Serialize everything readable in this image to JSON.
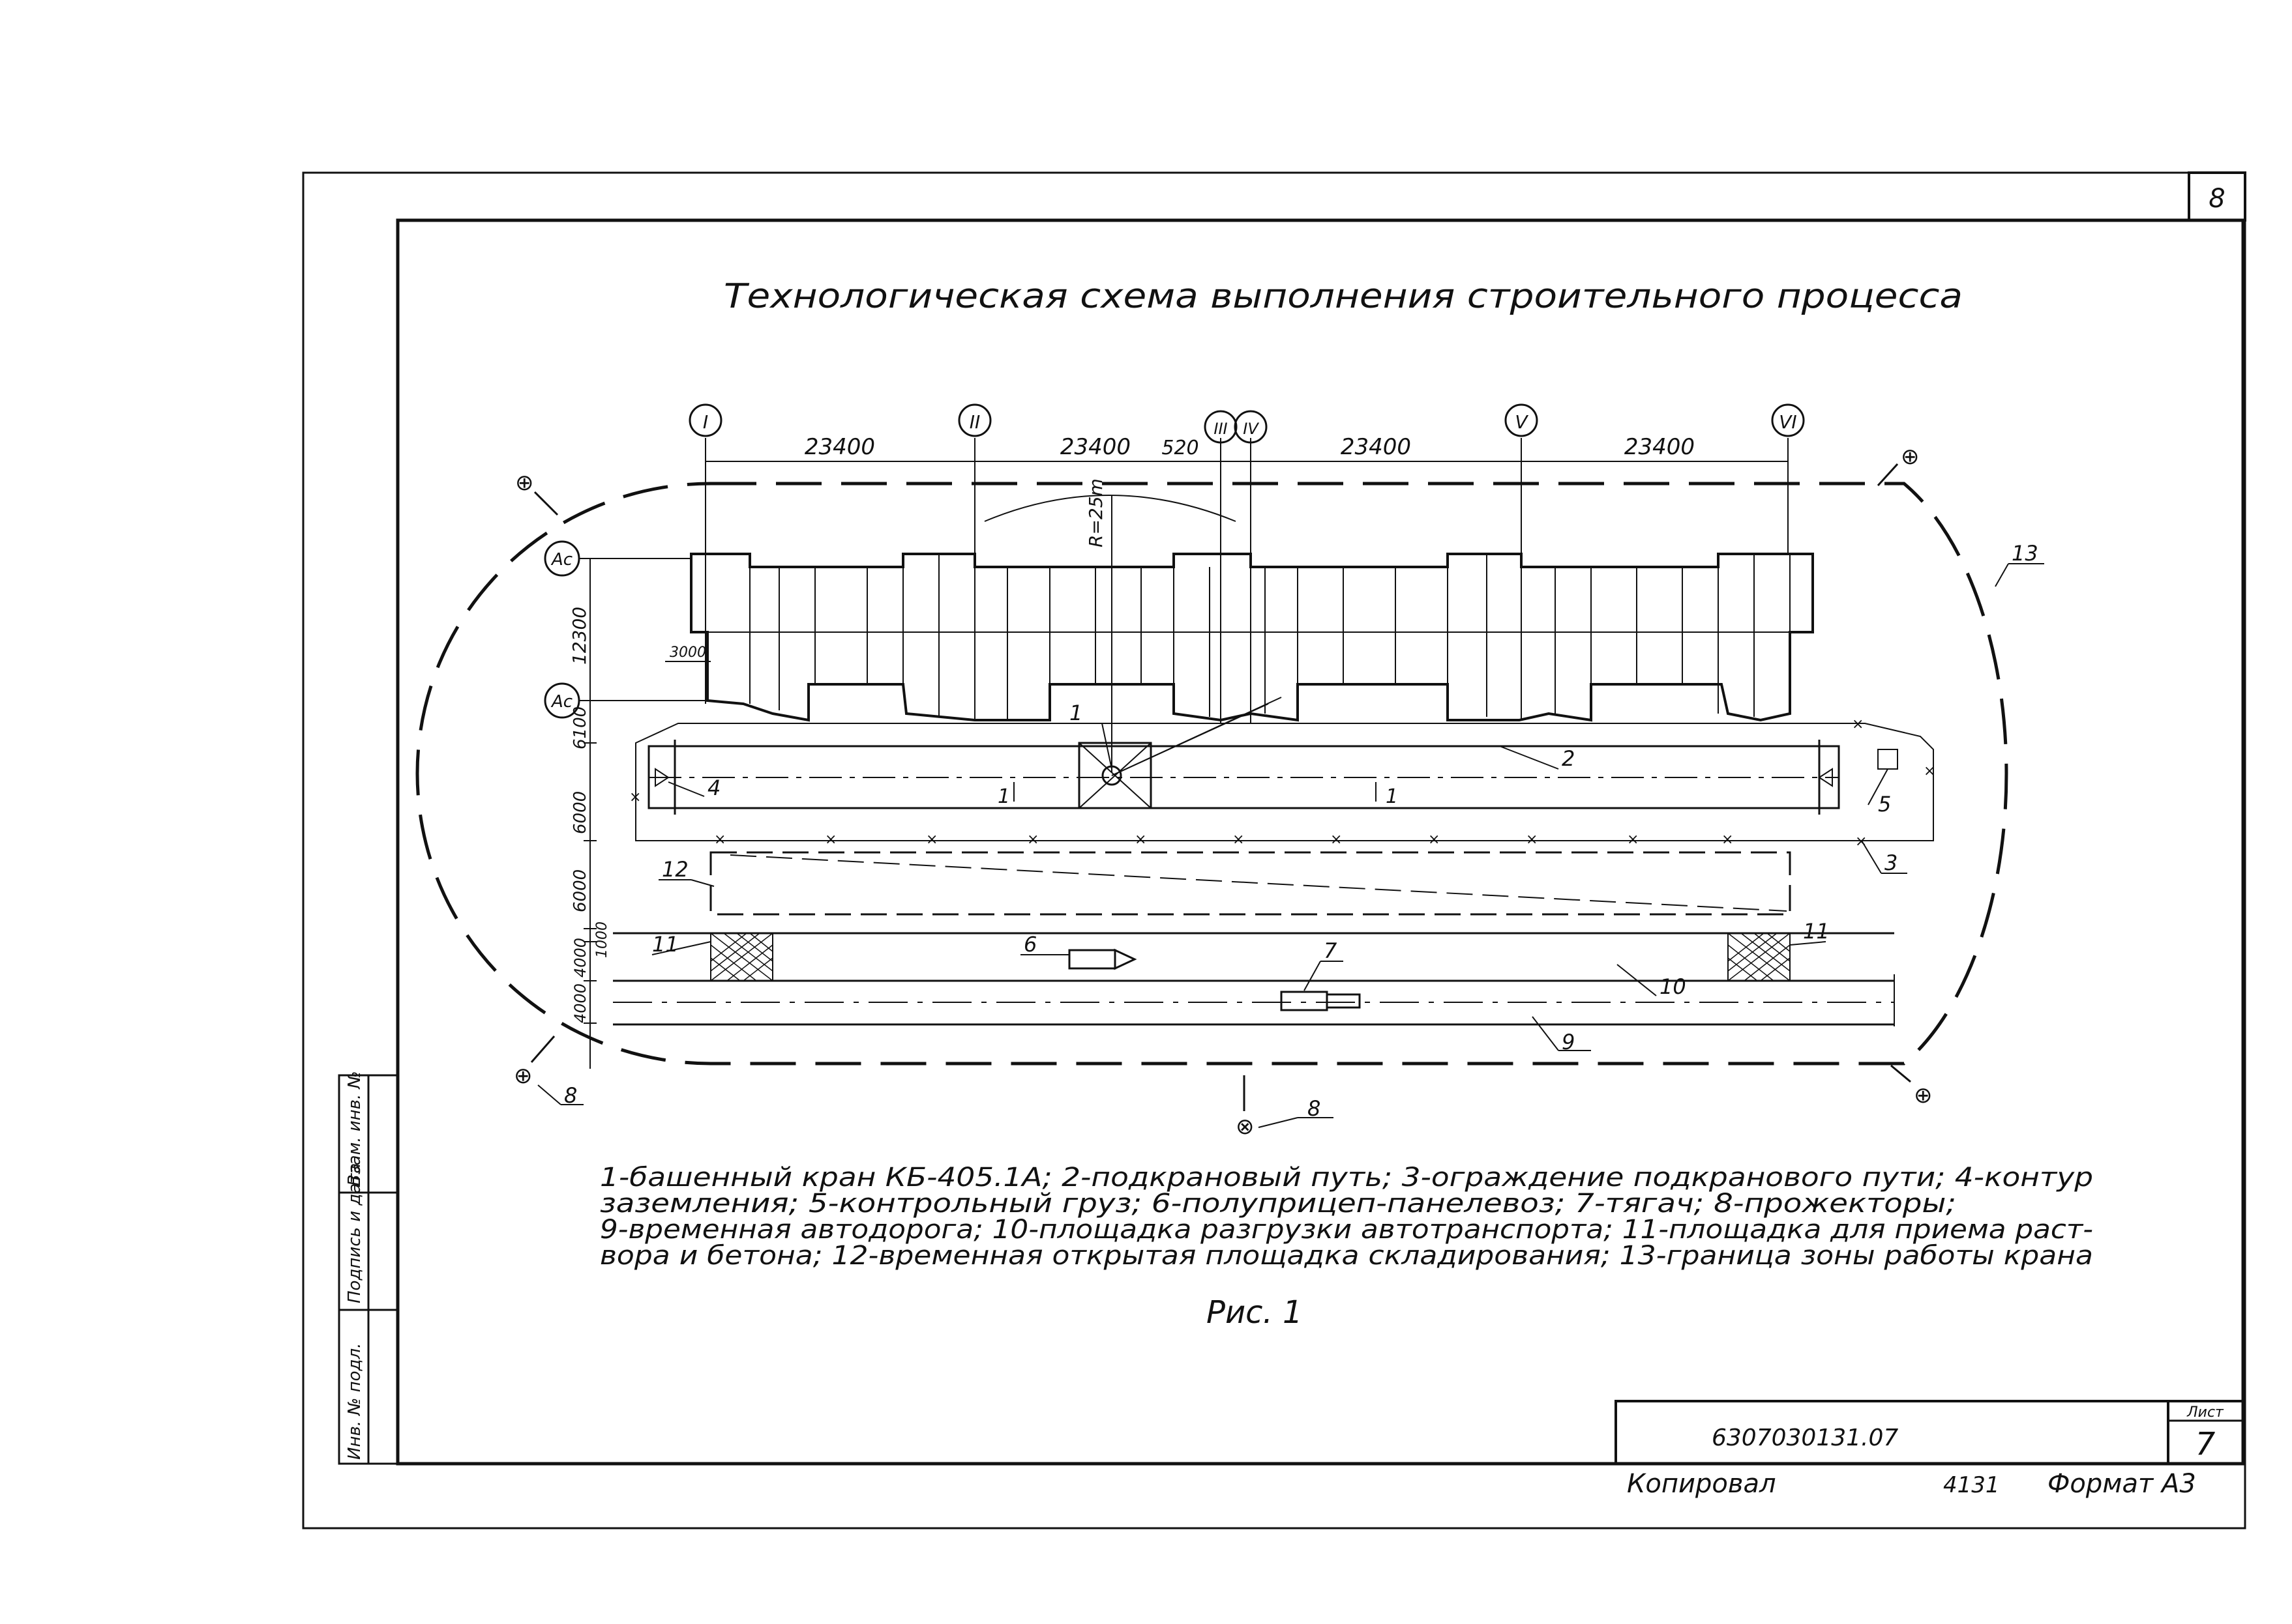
{
  "sheet_number": "8",
  "title": "Технологическая схема выполнения строительного процесса",
  "axes": [
    "I",
    "II",
    "III",
    "IV",
    "V",
    "VI"
  ],
  "axis_dimensions": [
    "23400",
    "23400",
    "520",
    "23400",
    "23400"
  ],
  "row_axes": [
    "Ас",
    "Ас"
  ],
  "vertical_dimensions": [
    "12300",
    "6100",
    "6000",
    "6000",
    "1000",
    "4000",
    "4000"
  ],
  "small_dimension": "3000",
  "radius_label": "R=25m",
  "callouts": [
    "1",
    "2",
    "3",
    "4",
    "5",
    "6",
    "7",
    "8",
    "9",
    "10",
    "11",
    "12",
    "13"
  ],
  "section_mark": "1",
  "legend": [
    "1-башенный кран КБ-405.1А; 2-подкрановый путь; 3-ограждение подкранового пути; 4-контур",
    "заземления; 5-контрольный груз; 6-полуприцеп-панелевоз; 7-тягач; 8-прожекторы;",
    "9-временная автодорога; 10-площадка разгрузки автотранспорта; 11-площадка для приема раст-",
    "вора и бетона; 12-временная открытая площадка складирования; 13-граница зоны работы крана"
  ],
  "figure_caption": "Рис. 1",
  "stamp": {
    "document_code": "6307030131.07",
    "sheet_label": "Лист",
    "sheet_value": "7"
  },
  "footer": {
    "copied_by": "Копировал",
    "order_number": "4131",
    "format": "Формат А3"
  },
  "side_stamp": [
    "Инв. № подл.",
    "Подпись и дата",
    "Взам. инв. №"
  ]
}
